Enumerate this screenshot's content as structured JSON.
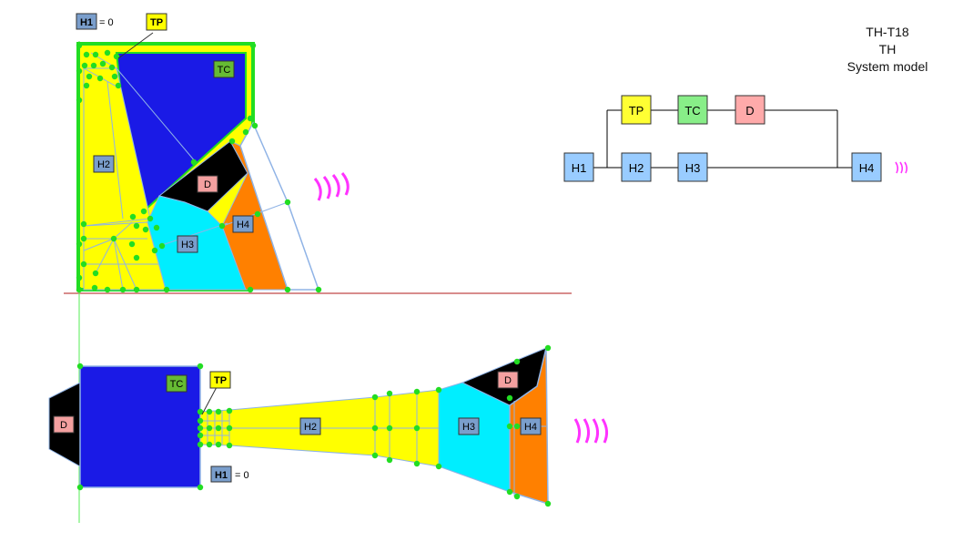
{
  "title": {
    "line1": "TH-T18",
    "line2": "TH",
    "line3": "System model"
  },
  "colors": {
    "TP": "#ffff00",
    "TC": "#2222e6",
    "D": "#000000",
    "H2": "#ffff00",
    "H3": "#00eeff",
    "H4": "#ff8000",
    "mesh": "#8fb3e6",
    "node": "#22dd22",
    "wave": "#ff33ff",
    "ground": "#cc6666"
  },
  "section": {
    "labels": {
      "H1": "H1",
      "H1_eq": "= 0",
      "TP": "TP",
      "TC": "TC",
      "D": "D",
      "H2": "H2",
      "H3": "H3",
      "H4": "H4"
    }
  },
  "plan": {
    "labels": {
      "D": "D",
      "TC": "TC",
      "TP": "TP",
      "H1": "H1",
      "H1_eq": "= 0",
      "H2": "H2",
      "H3": "H3",
      "H4": "H4"
    }
  },
  "system_model": {
    "nodes": {
      "H1": "H1",
      "H2": "H2",
      "H3": "H3",
      "H4": "H4",
      "TP": "TP",
      "TC": "TC",
      "D": "D"
    },
    "colors": {
      "H1": "#99ccff",
      "H2": "#99ccff",
      "H3": "#99ccff",
      "H4": "#99ccff",
      "TP": "#ffff33",
      "TC": "#88ee88",
      "D": "#ffaaaa"
    }
  }
}
